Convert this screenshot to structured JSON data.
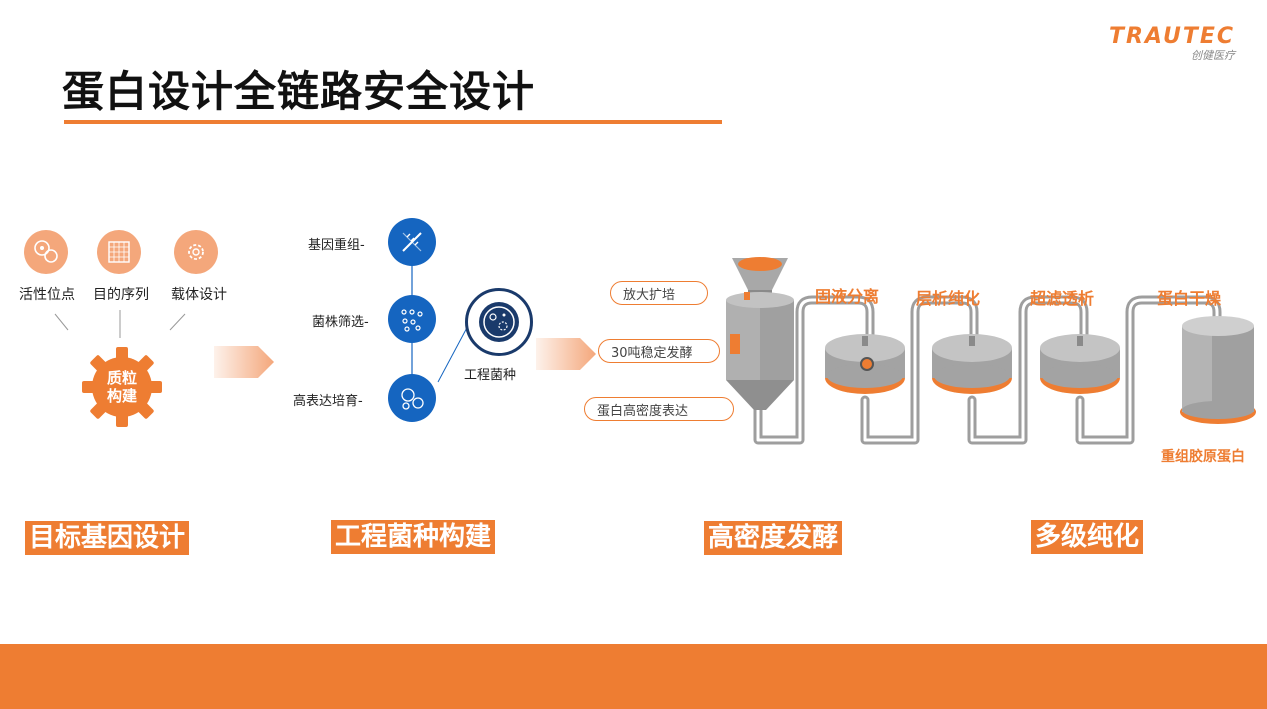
{
  "title": "蛋白设计全链路安全设计",
  "logo": {
    "main": "TRAUTEC",
    "sub": "创健医疗"
  },
  "gene_design": {
    "items": [
      {
        "label": "活性位点",
        "icon": "active-site-icon"
      },
      {
        "label": "目的序列",
        "icon": "sequence-grid-icon"
      },
      {
        "label": "载体设计",
        "icon": "vector-gear-icon"
      }
    ],
    "center_label_1": "质粒",
    "center_label_2": "构建"
  },
  "strain": {
    "steps": [
      {
        "label": "基因重组-",
        "icon": "dna-icon"
      },
      {
        "label": "菌株筛选-",
        "icon": "dots-icon"
      },
      {
        "label": "高表达培育-",
        "icon": "bubbles-icon"
      }
    ],
    "result_label": "工程菌种",
    "result_icon": "petri-dish-icon"
  },
  "fermentation": {
    "pills": [
      "放大扩培",
      "30吨稳定发酵",
      "蛋白高密度表达"
    ]
  },
  "purification": {
    "steps": [
      "固液分离",
      "层析纯化",
      "超滤透析",
      "蛋白干燥"
    ],
    "product": "重组胶原蛋白"
  },
  "stages": [
    "目标基因设计",
    "工程菌种构建",
    "高密度发酵",
    "多级纯化"
  ],
  "colors": {
    "accent": "#ee7d32",
    "peach": "#f4a77b",
    "blue": "#1565c0",
    "tank": "#9e9e9e"
  }
}
